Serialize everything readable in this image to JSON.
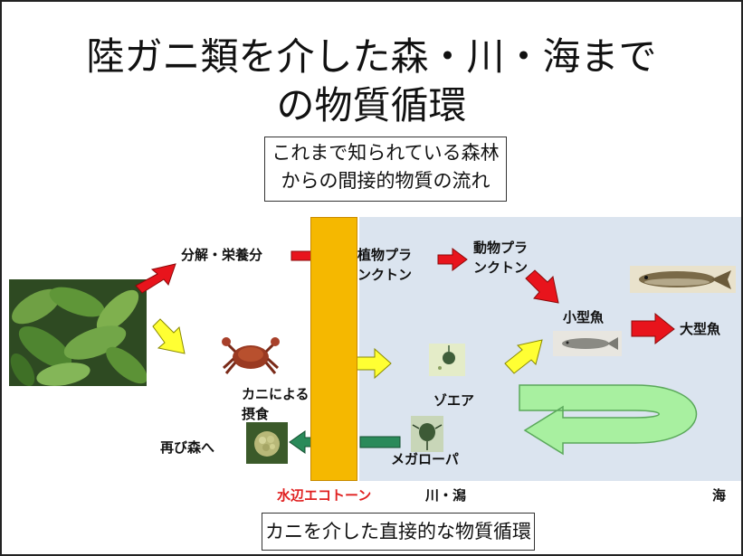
{
  "title": {
    "line1": "陸ガニ類を介した森・川・海まで",
    "line2": "の物質循環"
  },
  "top_box": {
    "line1": "これまで知られている森林",
    "line2": "からの間接的物質の流れ"
  },
  "bottom_box": "カニを介した直接的な物質循環",
  "labels": {
    "decomposition": "分解・栄養分",
    "phytoplankton_1": "植物プラ",
    "phytoplankton_2": "ンクトン",
    "zooplankton_1": "動物プラ",
    "zooplankton_2": "ンクトン",
    "small_fish": "小型魚",
    "large_fish": "大型魚",
    "crab_feeding_1": "カニによる",
    "crab_feeding_2": "摂食",
    "zoea": "ゾエア",
    "megalopa": "メガローパ",
    "back_to_forest": "再び森へ",
    "waterside_ecotone": "水辺エコトーン",
    "river_tideland": "川・潟",
    "sea": "海"
  },
  "colors": {
    "red_arrow": "#e8141c",
    "yellow_arrow": "#ffff33",
    "green_arrow": "#a8f0a0",
    "dark_green_arrow": "#2a8a5a",
    "ecotone_bar": "#f5b800",
    "sea_background": "#dbe4ef",
    "ecotone_label": "#e02020"
  }
}
